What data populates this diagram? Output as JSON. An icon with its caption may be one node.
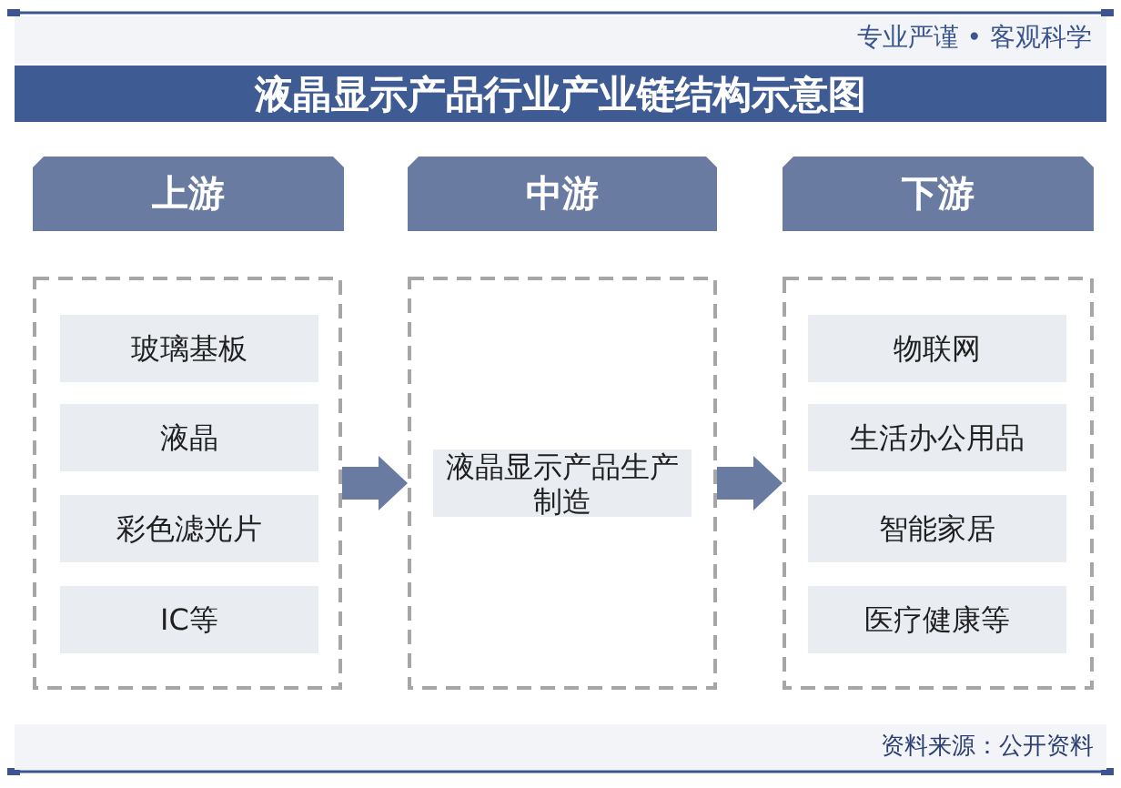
{
  "diagram": {
    "title": "液晶显示产品行业产业链结构示意图",
    "nodes": [
      {
        "text": [
          "上游"
        ]
      },
      {
        "text": [
          "中游"
        ]
      },
      {
        "text": [
          "下游"
        ]
      },
      {
        "text": [],
        "shape": "box"
      },
      {
        "text": [
          "玻璃基板"
        ],
        "in": 3
      },
      {
        "text": [
          "液晶"
        ],
        "in": 3
      },
      {
        "text": [
          "彩色滤光片"
        ],
        "in": 3
      },
      {
        "text": [
          "IC等"
        ],
        "in": 3
      },
      {
        "text": [],
        "shape": "box"
      },
      {
        "text": [
          "液晶显示产品生产制造"
        ],
        "in": 8
      },
      {
        "text": [],
        "shape": "box"
      },
      {
        "text": [
          "物联网"
        ],
        "in": 10
      },
      {
        "text": [
          "生活办公用品"
        ],
        "in": 10
      },
      {
        "text": [
          "智能家居"
        ],
        "in": 10
      },
      {
        "text": [
          "医疗健康等"
        ],
        "in": 10
      }
    ],
    "edges": [
      {
        "from": 3,
        "to": 8,
        "arrow": "to"
      },
      {
        "from": 8,
        "to": 10,
        "arrow": "to"
      }
    ],
    "labels": [
      "专业严谨 • 客观科学",
      "资料来源：公开资料"
    ]
  }
}
